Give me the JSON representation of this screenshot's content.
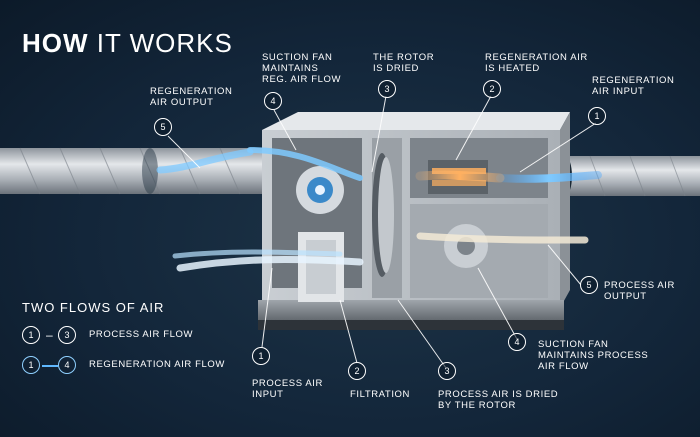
{
  "title": {
    "bold": "HOW",
    "rest": "IT WORKS"
  },
  "callouts": [
    {
      "id": "regen-air-output",
      "number": "5",
      "text": [
        "REGENERATION",
        "AIR OUTPUT"
      ]
    },
    {
      "id": "suction-fan-regen",
      "number": "4",
      "text": [
        "SUCTION FAN",
        "MAINTAINS",
        "REG. AIR FLOW"
      ]
    },
    {
      "id": "rotor-dried",
      "number": "3",
      "text": [
        "THE ROTOR",
        "IS DRIED"
      ]
    },
    {
      "id": "regen-air-heated",
      "number": "2",
      "text": [
        "REGENERATION AIR",
        "IS HEATED"
      ]
    },
    {
      "id": "regen-air-input",
      "number": "1",
      "text": [
        "REGENERATION",
        "AIR INPUT"
      ]
    },
    {
      "id": "process-air-output",
      "number": "5",
      "text": [
        "PROCESS AIR",
        "OUTPUT"
      ]
    },
    {
      "id": "suction-fan-process",
      "number": "4",
      "text": [
        "SUCTION FAN",
        "MAINTAINS PROCESS",
        "AIR FLOW"
      ]
    },
    {
      "id": "process-air-input",
      "number": "1",
      "text": [
        "PROCESS AIR",
        "INPUT"
      ]
    },
    {
      "id": "filtration",
      "number": "2",
      "text": [
        "FILTRATION"
      ]
    },
    {
      "id": "process-air-dried",
      "number": "3",
      "text": [
        "PROCESS AIR IS DRIED",
        "BY THE ROTOR"
      ]
    }
  ],
  "legend": {
    "title": "TWO FLOWS OF AIR",
    "rows": [
      {
        "from": "1",
        "sep": "–",
        "to": "3",
        "label": "PROCESS AIR FLOW"
      },
      {
        "from": "1",
        "sep": "–",
        "to": "4",
        "label": "REGENERATION AIR FLOW"
      }
    ]
  },
  "colors": {
    "background": "#13263a",
    "duct": "#b9bfc6",
    "process_air": "#e8f4ff",
    "regen_air": "#6cc4ff",
    "heated_air": "#f0a050",
    "cabinet": "#d9dde1"
  }
}
